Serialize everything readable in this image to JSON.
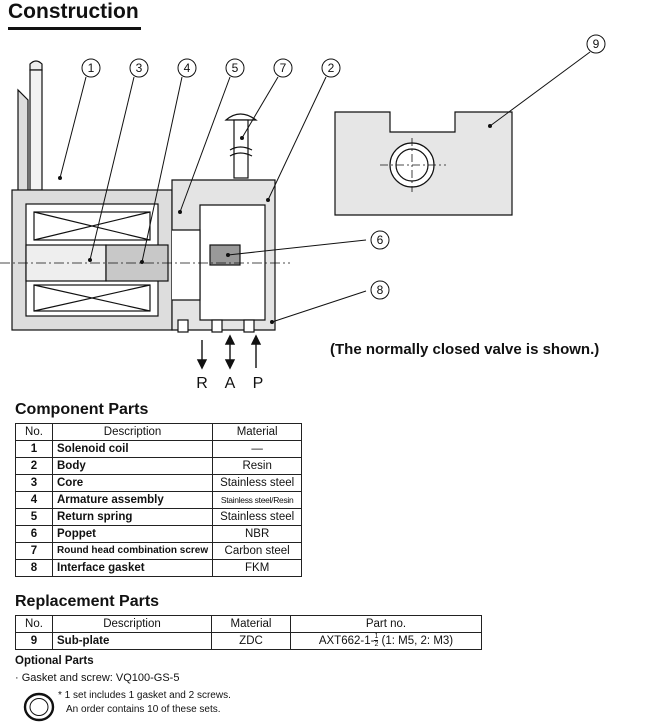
{
  "title": "Construction",
  "diagram": {
    "callouts": [
      "1",
      "3",
      "4",
      "5",
      "7",
      "2",
      "9",
      "6",
      "8"
    ],
    "ports": [
      "R",
      "A",
      "P"
    ],
    "note": "(The normally closed valve is shown.)"
  },
  "component_parts": {
    "heading": "Component Parts",
    "columns": [
      "No.",
      "Description",
      "Material"
    ],
    "rows": [
      {
        "no": "1",
        "description": "Solenoid coil",
        "material": "—"
      },
      {
        "no": "2",
        "description": "Body",
        "material": "Resin"
      },
      {
        "no": "3",
        "description": "Core",
        "material": "Stainless steel"
      },
      {
        "no": "4",
        "description": "Armature assembly",
        "material": "Stainless steel/Resin"
      },
      {
        "no": "5",
        "description": "Return spring",
        "material": "Stainless steel"
      },
      {
        "no": "6",
        "description": "Poppet",
        "material": "NBR"
      },
      {
        "no": "7",
        "description": "Round head combination screw",
        "material": "Carbon steel"
      },
      {
        "no": "8",
        "description": "Interface gasket",
        "material": "FKM"
      }
    ]
  },
  "replacement_parts": {
    "heading": "Replacement Parts",
    "columns": [
      "No.",
      "Description",
      "Material",
      "Part no."
    ],
    "rows": [
      {
        "no": "9",
        "description": "Sub-plate",
        "material": "ZDC",
        "part_no_prefix": "AXT662-1-",
        "part_no_frac_num": "1",
        "part_no_frac_den": "2",
        "part_no_suffix": " (1: M5, 2: M3)"
      }
    ]
  },
  "optional_parts": {
    "heading": "Optional Parts",
    "gasket_line": "· Gasket and screw: VQ100-GS-5",
    "note_line1": "* 1 set includes 1 gasket and 2 screws.",
    "note_line2": "An order contains 10 of these sets."
  }
}
